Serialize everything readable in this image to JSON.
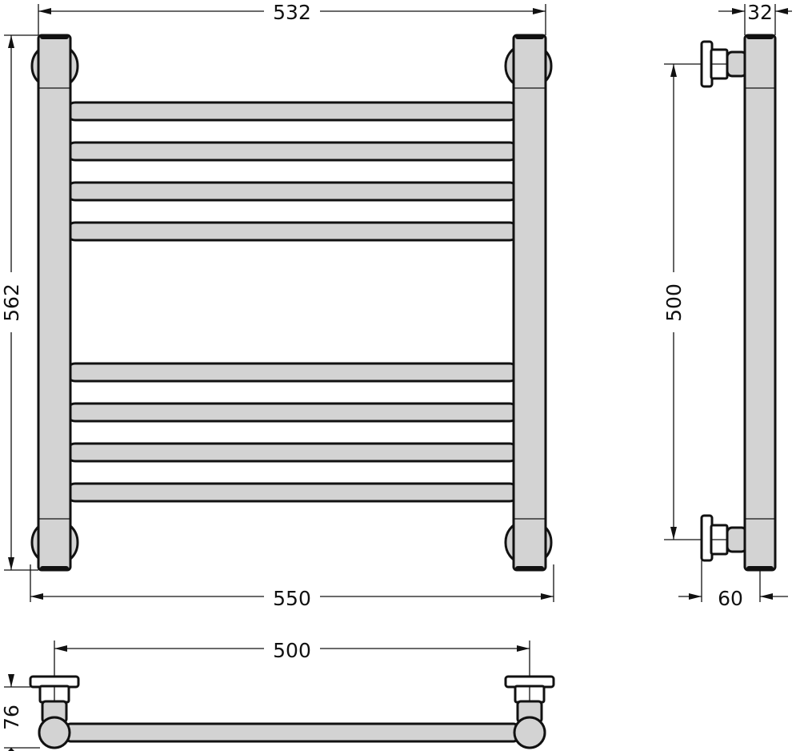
{
  "dimensions": {
    "front_width_top": "532",
    "front_height": "562",
    "front_width_bottom": "550",
    "side_depth_top": "32",
    "side_height": "500",
    "side_depth_bottom": "60",
    "top_view_width": "500",
    "top_view_depth": "76"
  },
  "colors": {
    "tube_fill": "#d3d3d3",
    "outline": "#111111"
  }
}
